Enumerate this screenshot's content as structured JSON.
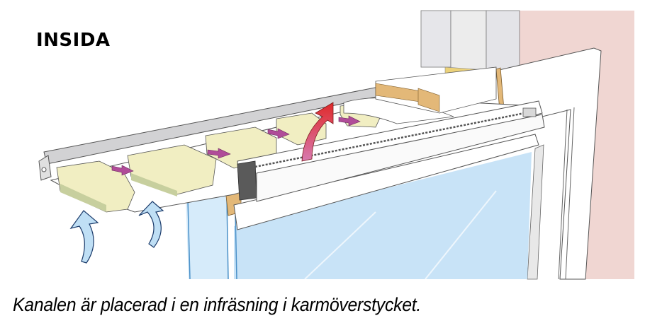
{
  "diagram": {
    "title": "INSIDA",
    "caption": "Kanalen är placerad i en infräsning i karmöverstycket.",
    "colors": {
      "wall_exterior": "#f0d6d2",
      "concrete": "#e6e6e8",
      "insulation_top": "#f1eec2",
      "insulation_side": "#c7cf9e",
      "wood": "#e3b878",
      "glass": "#bcdcf4",
      "warm_air_arrow": "#d83a3a",
      "flow_arrows": "#b04c99",
      "cold_air_arrows": "#bfdff5",
      "frame": "#ffffff",
      "outline": "#555555"
    },
    "elements": [
      "wall-section",
      "window-frame",
      "window-glass",
      "ventilation-channel",
      "insulation-blocks",
      "warm-air-arrow",
      "air-flow-arrows",
      "cold-air-arrows"
    ]
  }
}
